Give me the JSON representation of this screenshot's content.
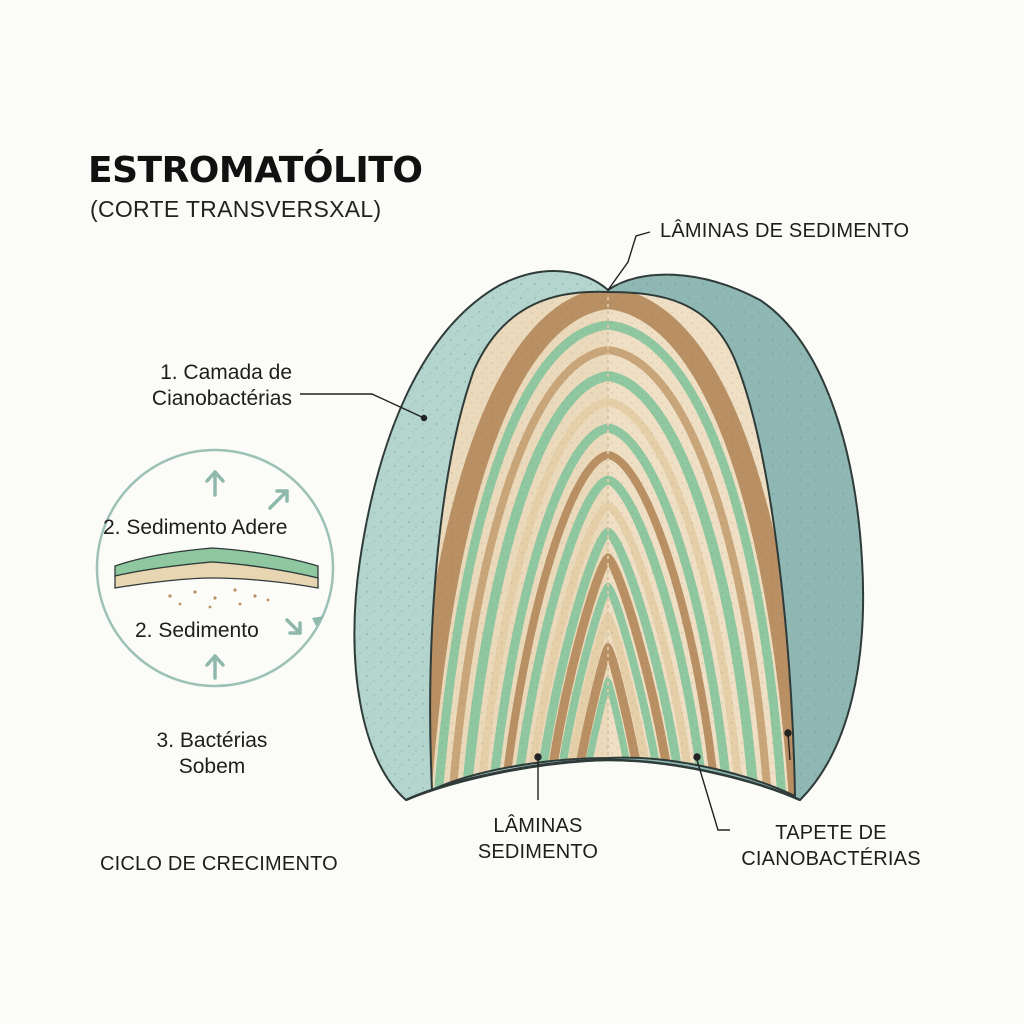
{
  "title": "ESTROMATÓLITO",
  "subtitle": "(CORTE TRANSVERSXAL)",
  "labels": {
    "top_laminas": "LÂMINAS DE SEDIMENTO",
    "camada_line1": "1. Camada de",
    "camada_line2": "Cianobactérias",
    "sedimento_adere": "2. Sedimento Adere",
    "sedimento": "2. Sedimento",
    "bacterias_line1": "3. Bactérias",
    "bacterias_line2": "Sobem",
    "ciclo": "CICLO DE CRECIMENTO",
    "bottom_laminas_line1": "LÂMINAS",
    "bottom_laminas_line2": "SEDIMENTO",
    "tapete_line1": "TAPETE DE",
    "tapete_line2": "CIANOBACTÉRIAS"
  },
  "colors": {
    "outer_layer": "#a9cec6",
    "sediment_band": "#b99064",
    "light_band": "#ead9bb",
    "green_band": "#8fc7a0",
    "outline": "#2f3b38",
    "cycle_circle": "#9cc2b8"
  },
  "icons": [
    "arrow-up-icon",
    "arrow-diagonal-icon",
    "sediment-layer-icon"
  ]
}
